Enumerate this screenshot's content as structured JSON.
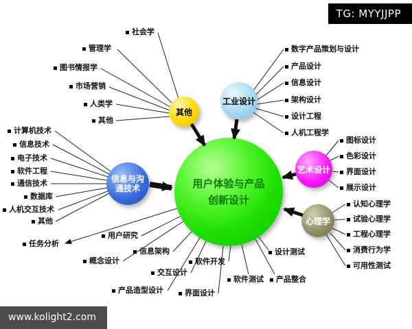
{
  "watermarks": {
    "top_right": "TG: MYYJJPP",
    "bottom_left": "www.kolight2.com"
  },
  "center": {
    "line1": "用户体验与产品",
    "line2": "创新设计"
  },
  "nodes": {
    "other": "其他",
    "industrial": "工业设计",
    "ict": "信息与沟通技术",
    "art": "艺术设计",
    "psychology": "心理学"
  },
  "leaves": {
    "other": [
      "社会学",
      "管理学",
      "图书情报学",
      "市场营销",
      "人类学",
      "其他"
    ],
    "industrial": [
      "数字产品策划与设计",
      "产品设计",
      "信息设计",
      "架构设计",
      "设计工程",
      "人机工程学"
    ],
    "art": [
      "图标设计",
      "色彩设计",
      "界面设计",
      "展示设计"
    ],
    "psychology": [
      "认知心理学",
      "试验心理学",
      "工程心理学",
      "消费行为学",
      "可用性测试"
    ],
    "ict": [
      "计算机技术",
      "信息技术",
      "电子技术",
      "软件工程",
      "通信技术",
      "数据库",
      "人机交互技术",
      "其他"
    ],
    "process": [
      "任务分析",
      "用户研究",
      "信息架构",
      "概念设计",
      "交互设计",
      "产品造型设计",
      "软件开发",
      "界面设计",
      "软件测试",
      "产品整合",
      "设计测试"
    ]
  },
  "colors": {
    "center": "#1ede00",
    "other": "#ffd900",
    "industrial": "#a8d8ef",
    "ict": "#3a6ede",
    "art": "#fb1afb",
    "psychology": "#90906a",
    "center_text": "#0a7a00"
  }
}
